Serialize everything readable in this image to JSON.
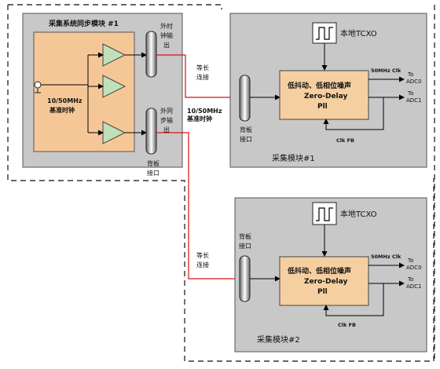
{
  "sync_module": {
    "title": "采集系统同步模块 #1",
    "ref_clock_label": [
      "10/50MHz",
      "基准时钟"
    ],
    "ext_clock_out_label": [
      "外时",
      "钟输",
      "出"
    ],
    "ext_sync_out_label": [
      "外同",
      "步输",
      "出"
    ],
    "backplane_label": [
      "背板",
      "接口"
    ]
  },
  "signals": {
    "equal_length_trace_1": [
      "等长",
      "连接"
    ],
    "equal_length_trace_2": [
      "等长",
      "连接"
    ],
    "ref_clock_between": [
      "10/50MHz",
      "基准时钟"
    ]
  },
  "acq_modules": [
    {
      "title": "采集模块#1",
      "tcxo_label": "本地TCXO",
      "pll_label": [
        "低抖动、低相位噪声",
        "Zero-Delay",
        "Pll"
      ],
      "backplane_label": [
        "背板",
        "接口"
      ],
      "clk_out_label": "50MHz Clk",
      "feedback_label": "Clk FB",
      "outputs": [
        "To ADC0",
        "To ADC1"
      ]
    },
    {
      "title": "采集模块#2",
      "tcxo_label": "本地TCXO",
      "pll_label": [
        "低抖动、低相位噪声",
        "Zero-Delay",
        "Pll"
      ],
      "backplane_label": [
        "背板",
        "接口"
      ],
      "clk_out_label": "50MHz Clk",
      "feedback_label": "Clk FB",
      "outputs": [
        "To ADC0",
        "To ADC1"
      ]
    }
  ],
  "colors": {
    "panel_gray": "#c8c8c8",
    "pll_fill": "#f5cfa0",
    "sync_fill": "#f6c796",
    "buffer_fill": "#bfe0b8",
    "signal_red": "#e01010"
  }
}
